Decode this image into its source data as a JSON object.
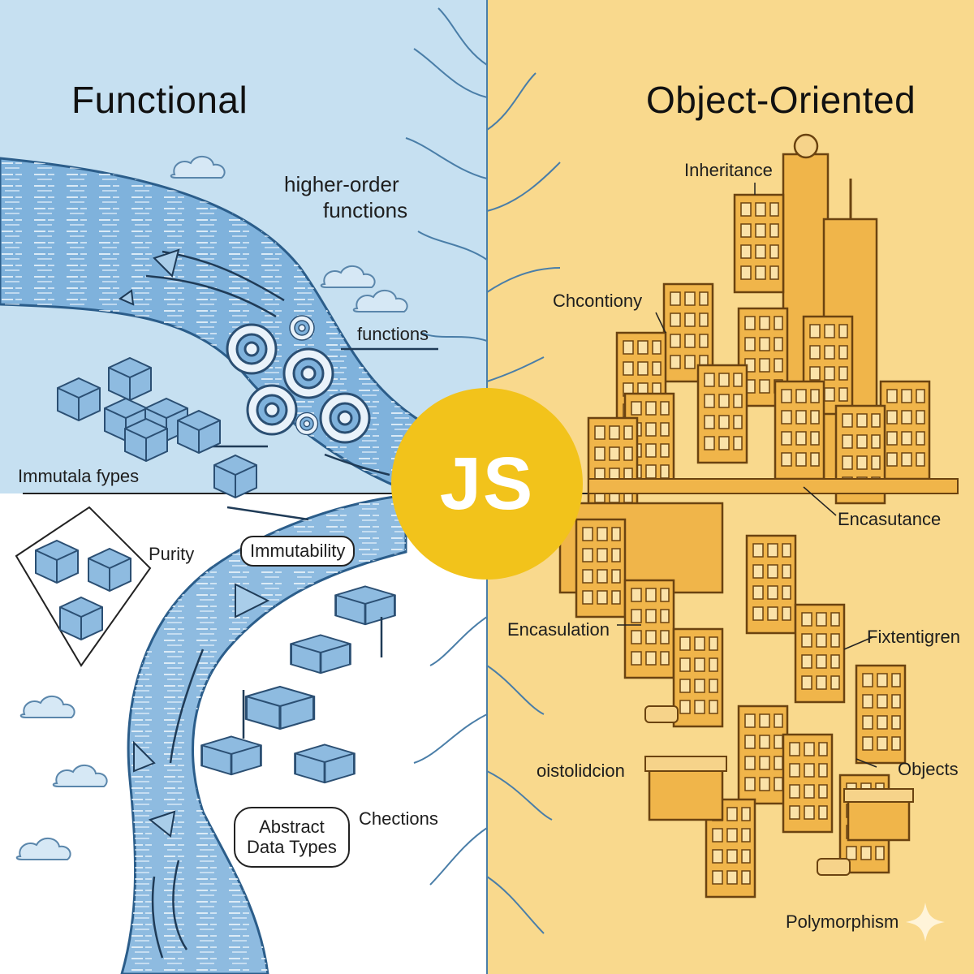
{
  "colors": {
    "functional_bg": "#c6e0f1",
    "bottom_left_bg": "#ffffff",
    "oo_bg": "#f9d98d",
    "river_fill": "#7fb2dc",
    "river_stroke": "#2b5d8a",
    "building_fill": "#f0b54a",
    "building_stroke": "#6b4310",
    "js_badge": "#f2c31b",
    "tree": "#4a7ea8"
  },
  "titles": {
    "left": "Functional",
    "right": "Object-Oriented"
  },
  "badge": {
    "text": "JS"
  },
  "functional_labels": {
    "higher_order": [
      "higher-order",
      "functions"
    ],
    "functions": "functions",
    "immutable_types": "Immutala fypes",
    "purity": "Purity",
    "immutability": "Immutability",
    "abstract_data_types": [
      "Abstract",
      "Data Types"
    ],
    "chections": "Chections"
  },
  "oo_labels": {
    "inheritance": "Inheritance",
    "chcontiony": "Chcontiony",
    "encasutance": "Encasutance",
    "encasulation": "Encasulation",
    "fixtentigren": "Fixtentigren",
    "oustolicicion": "oistolidcion",
    "objects": "Objects",
    "polymorphism": "Polymorphism"
  },
  "icons": [
    "gear-icon",
    "cube-icon",
    "cloud-icon",
    "triangle-icon",
    "building-icon",
    "car-icon",
    "shop-icon",
    "sparkle-icon",
    "tree-roots-icon"
  ]
}
